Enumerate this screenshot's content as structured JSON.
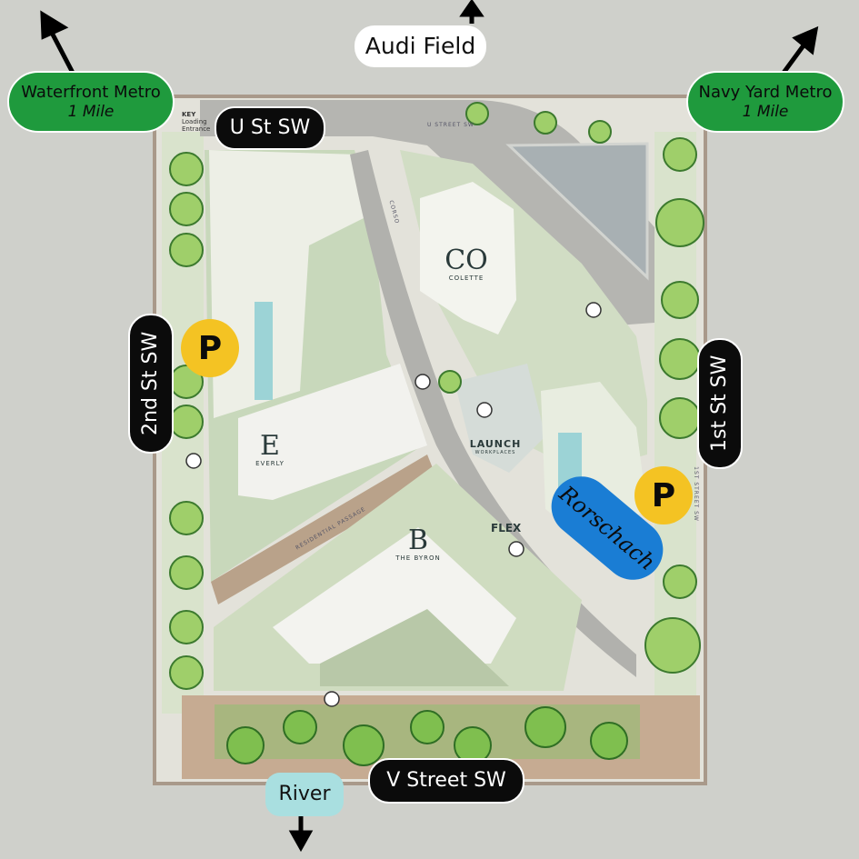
{
  "labels": {
    "audi_field": "Audi Field",
    "waterfront_metro": "Waterfront Metro",
    "waterfront_distance": "1 Mile",
    "navy_yard_metro": "Navy Yard Metro",
    "navy_yard_distance": "1 Mile",
    "u_st": "U St SW",
    "second_st": "2nd St SW",
    "first_st": "1st St SW",
    "v_street": "V Street SW",
    "river": "River",
    "parking": "P",
    "rorschach": "Rorschach"
  },
  "map_text": {
    "key": "KEY",
    "loading": "Loading",
    "entrance": "Entrance",
    "u_street_small": "U STREET SW",
    "corso": "CORSO",
    "residential_passage": "RESIDENTIAL PASSAGE",
    "first_street_small": "1ST STREET SW"
  },
  "buildings": {
    "colette_mark": "CO",
    "colette": "COLETTE",
    "everly_mark": "E",
    "everly": "EVERLY",
    "launch": "LAUNCH",
    "launch_sub": "WORKPLACES",
    "flex": "FLEX",
    "byron_mark": "B",
    "byron": "THE BYRON"
  },
  "colors": {
    "background": "#cfd0cb",
    "street_label": "#0b0b0b",
    "metro_label": "#1f9a3d",
    "parking": "#f4c323",
    "rorschach": "#1a7dd4",
    "river": "#a9dfe0"
  }
}
